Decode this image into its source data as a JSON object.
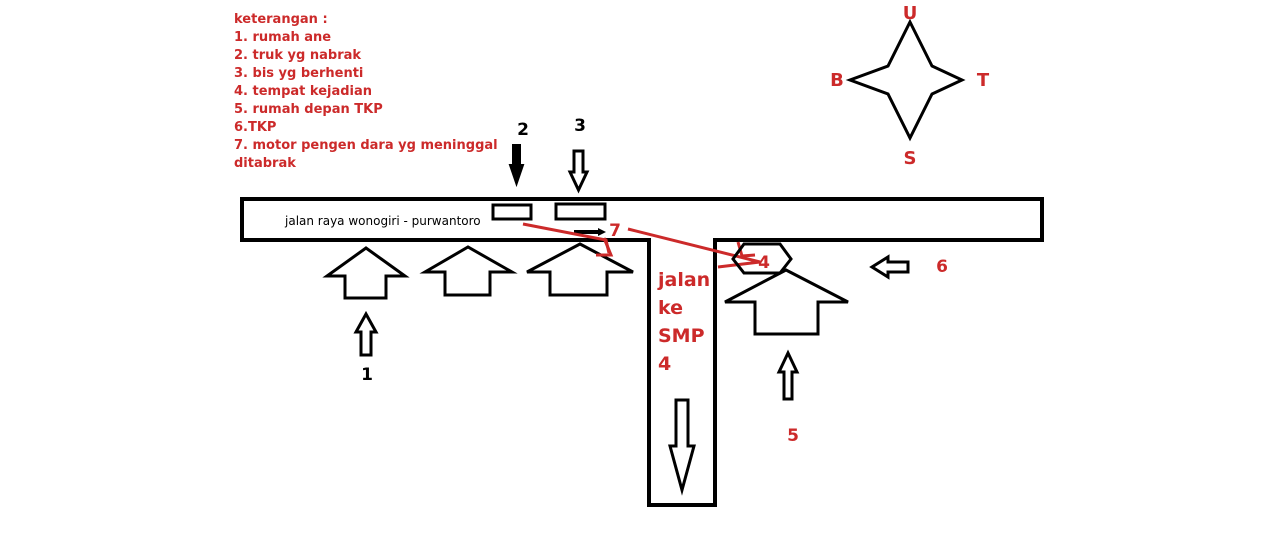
{
  "legend": {
    "title": "keterangan :",
    "items": [
      "1. rumah ane",
      "2. truk yg nabrak",
      "3. bis yg berhenti",
      "4. tempat kejadian",
      "5. rumah depan TKP",
      "6.TKP",
      "7. motor pengen dara yg meninggal",
      "ditabrak"
    ]
  },
  "compass": {
    "north": "U",
    "south": "S",
    "west": "B",
    "east": "T"
  },
  "main_road_label": "jalan raya wonogiri - purwantoro",
  "side_road_label": [
    "jalan",
    "ke",
    "SMP",
    "4"
  ],
  "markers": {
    "m1": "1",
    "m2": "2",
    "m3": "3",
    "m4": "4",
    "m5": "5",
    "m6": "6",
    "m7": "7"
  },
  "colors": {
    "ink": "#000000",
    "red": "#cc2a2a",
    "background": "#ffffff"
  }
}
